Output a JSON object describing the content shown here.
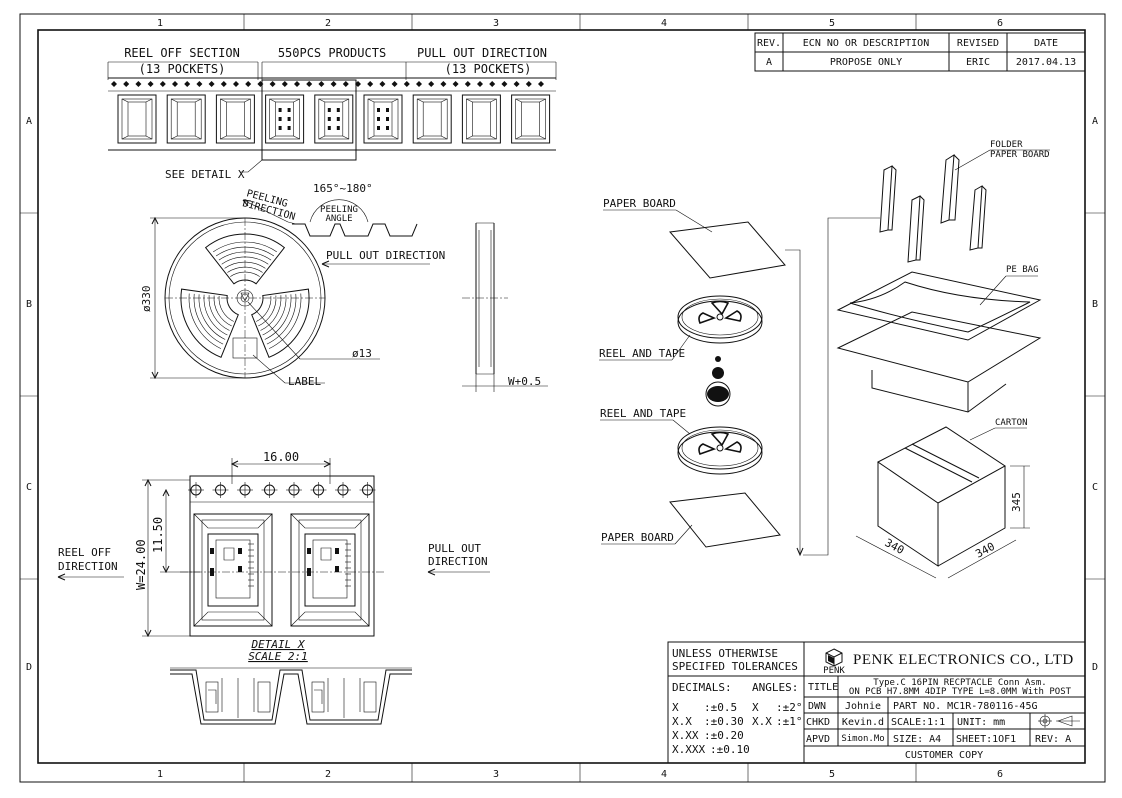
{
  "grid": {
    "columns": [
      "1",
      "2",
      "3",
      "4",
      "5",
      "6"
    ],
    "rows": [
      "A",
      "B",
      "C",
      "D"
    ]
  },
  "revision": {
    "headers": [
      "REV.",
      "ECN NO OR DESCRIPTION",
      "REVISED",
      "DATE"
    ],
    "row": [
      "A",
      "PROPOSE ONLY",
      "ERIC",
      "2017.04.13"
    ]
  },
  "tape_strip": {
    "reel_off_section": "REEL OFF SECTION",
    "reel_off_pockets": "(13 POCKETS)",
    "products": "550PCS PRODUCTS",
    "pull_out_direction": "PULL OUT DIRECTION",
    "pull_out_pockets": "(13 POCKETS)",
    "see_detail": "SEE DETAIL X"
  },
  "reel": {
    "peeling_direction_1": "PEELING",
    "peeling_direction_2": "DIRECTION",
    "peeling_angle_value": "165°~180°",
    "peeling_angle_1": "PEELING",
    "peeling_angle_2": "ANGLE",
    "pull_out_direction": "PULL OUT DIRECTION",
    "diameter": "ø330",
    "hub": "ø13",
    "label": "LABEL",
    "width": "W+0.5"
  },
  "detail": {
    "pitch": "16.00",
    "half_width": "11.50",
    "tape_width": "W=24.00",
    "reel_off_1": "REEL OFF",
    "reel_off_2": "DIRECTION",
    "pull_out_1": "PULL OUT",
    "pull_out_2": "DIRECTION",
    "name": "DETAIL X",
    "scale": "SCALE 2:1"
  },
  "packing": {
    "paper_board_top": "PAPER BOARD",
    "reel_tape_1": "REEL AND TAPE",
    "reel_tape_2": "REEL AND TAPE",
    "paper_board_bottom": "PAPER BOARD",
    "folder_1": "FOLDER",
    "folder_2": "PAPER BOARD",
    "pe_bag": "PE BAG",
    "carton": "CARTON",
    "dim_height": "345",
    "dim_length": "340",
    "dim_width": "340"
  },
  "tolerances": {
    "heading_1": "UNLESS OTHERWISE",
    "heading_2": "SPECIFED TOLERANCES",
    "decimals_label": "DECIMALS:",
    "angles_label": "ANGLES:",
    "rows": [
      {
        "k": "X",
        "v": ":±0.5",
        "ak": "X",
        "av": ":±2°"
      },
      {
        "k": "X.X",
        "v": ":±0.30",
        "ak": "X.X",
        "av": ":±1°"
      },
      {
        "k": "X.XX",
        "v": ":±0.20",
        "ak": "",
        "av": ""
      },
      {
        "k": "X.XXX",
        "v": ":±0.10",
        "ak": "",
        "av": ""
      }
    ]
  },
  "title_block": {
    "company": "PENK ELECTRONICS CO., LTD",
    "logo_text": "PENK",
    "title_label": "TITLE",
    "title_line_1": "Type.C 16PIN RECPTACLE Conn Asm.",
    "title_line_2": "ON PCB H7.8MM 4DIP TYPE L=8.0MM With POST",
    "dwn_label": "DWN",
    "dwn_name": "Johnie",
    "part_no": "PART NO. MC1R-780116-45G",
    "chkd_label": "CHKD",
    "chkd_name": "Kevin.d",
    "scale": "SCALE:1:1",
    "unit": "UNIT:  mm",
    "apvd_label": "APVD",
    "apvd_name": "Simon.Mo",
    "size": "SIZE: A4",
    "sheet": "SHEET:1OF1",
    "rev": "REV: A",
    "customer_copy": "CUSTOMER COPY"
  }
}
